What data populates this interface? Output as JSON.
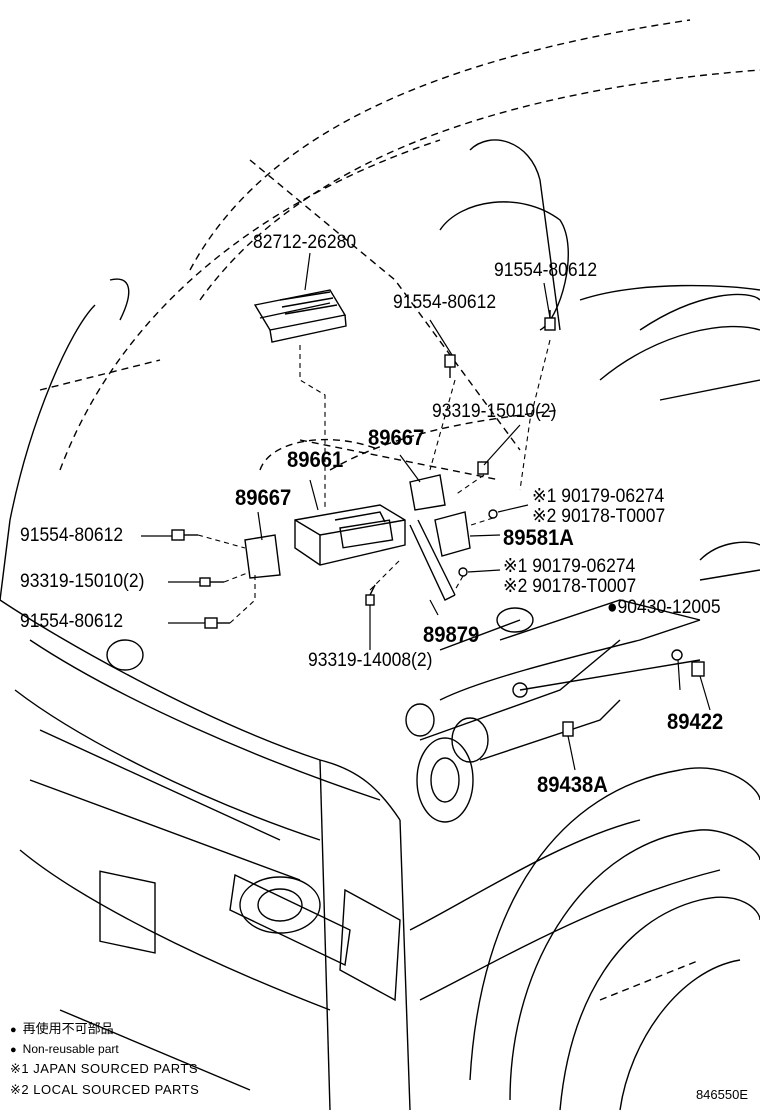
{
  "parts": {
    "p82712": "82712-26280",
    "p91554_top": "91554-80612",
    "p91554_mid": "91554-80612",
    "p93319_upper": "93319-15010(2)",
    "p89667_right": "89667",
    "p89661": "89661",
    "p89667_left": "89667",
    "p91554_left": "91554-80612",
    "p93319_left": "93319-15010(2)",
    "p91554_low": "91554-80612",
    "p90179_a": "※1 90179-06274",
    "p90178_a": "※2 90178-T0007",
    "p89581A": "89581A",
    "p90179_b": "※1 90179-06274",
    "p90178_b": "※2 90178-T0007",
    "p90430": "●90430-12005",
    "p89879": "89879",
    "p93319_14008": "93319-14008(2)",
    "p89422": "89422",
    "p89438A": "89438A"
  },
  "legend": {
    "jp": "再使用不可部品",
    "nonreusable": "Non-reusable part",
    "japan": "※1 JAPAN SOURCED PARTS",
    "local": "※2 LOCAL SOURCED PARTS"
  },
  "diagram_code": "846550E"
}
